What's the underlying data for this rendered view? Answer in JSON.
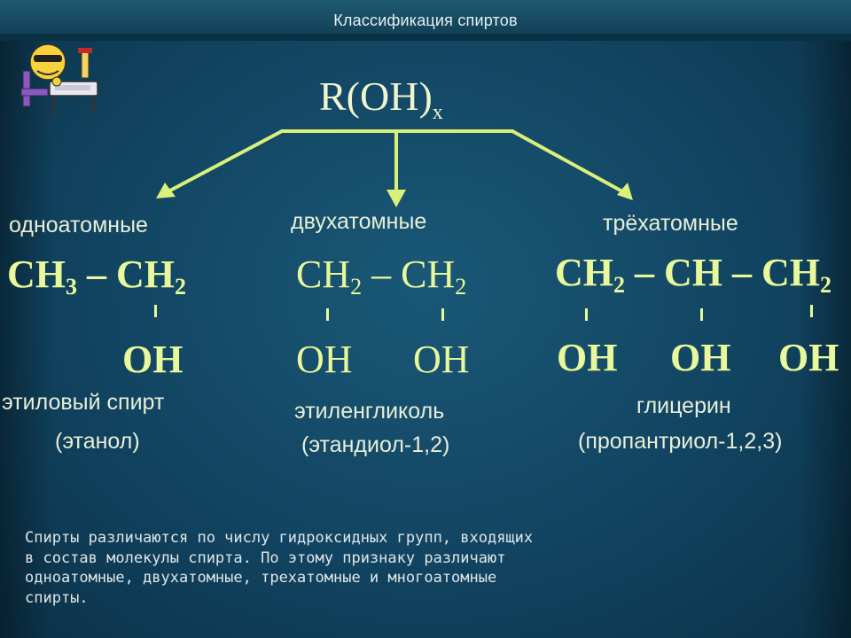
{
  "header": {
    "title": "Классификация спиртов"
  },
  "general_formula": {
    "base": "R(OH)",
    "subscript": "x"
  },
  "categories": [
    {
      "label": "одноатомные",
      "formula": [
        {
          "t": "CH"
        },
        {
          "s": "3"
        },
        {
          "t": " – CH"
        },
        {
          "s": "2"
        }
      ],
      "oh": [
        "OH"
      ],
      "name": "этиловый спирт",
      "alt_name": "(этанол)"
    },
    {
      "label": "двухатомные",
      "formula": [
        {
          "t": "CH"
        },
        {
          "s": "2"
        },
        {
          "t": " – CH"
        },
        {
          "s": "2"
        }
      ],
      "oh": [
        "OH",
        "OH"
      ],
      "name": "этиленгликоль",
      "alt_name": "(этандиол-1,2)"
    },
    {
      "label": "трёхатомные",
      "formula": [
        {
          "t": "CH"
        },
        {
          "s": "2"
        },
        {
          "t": " – CH – CH"
        },
        {
          "s": "2"
        }
      ],
      "oh": [
        "OH",
        "OH",
        "OH"
      ],
      "name": "глицерин",
      "alt_name": "(пропантриол-1,2,3)"
    }
  ],
  "description_lines": [
    "Спирты различаются по числу гидроксидных групп, входящих",
    "в состав молекулы спирта. По этому признаку различают",
    "одноатомные, двухатомные, трехатомные и многоатомные",
    "спирты."
  ],
  "colors": {
    "background": "#114461",
    "formula": "#e8f89a",
    "arrow": "#d9f07a",
    "text": "#e8eed8"
  }
}
